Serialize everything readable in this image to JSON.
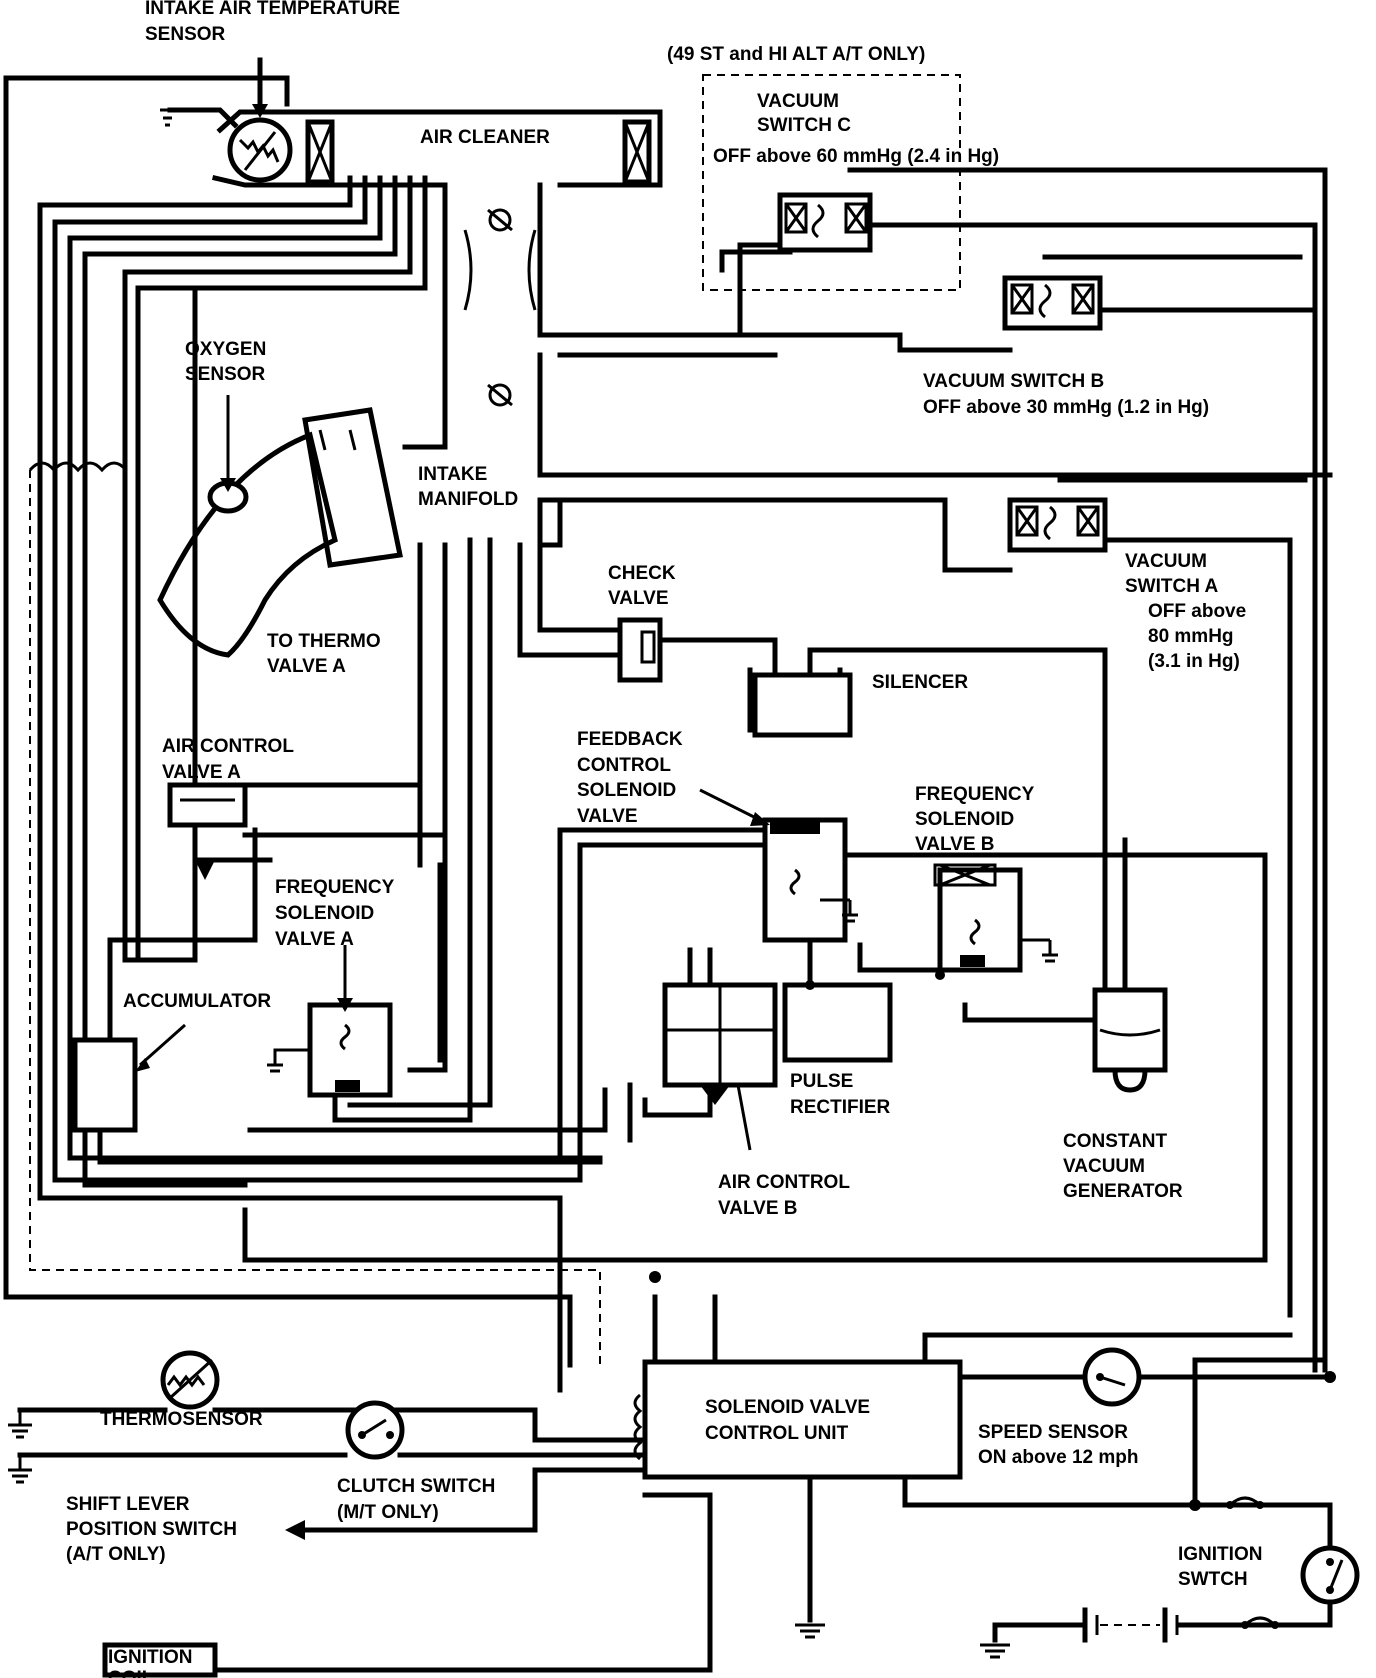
{
  "labels": {
    "intake_air_temperature_sensor": [
      "INTAKE AIR TEMPERATURE",
      "SENSOR"
    ],
    "at_only_note": "(49 ST and HI ALT A/T ONLY)",
    "vacuum_switch_c": [
      "VACUUM",
      "SWITCH C"
    ],
    "vacuum_switch_c_spec": "OFF above 60 mmHg (2.4 in Hg)",
    "air_cleaner": "AIR CLEANER",
    "oxygen_sensor": [
      "OXYGEN",
      "SENSOR"
    ],
    "intake_manifold": [
      "INTAKE",
      "MANIFOLD"
    ],
    "vacuum_switch_b": "VACUUM SWITCH B",
    "vacuum_switch_b_spec": "OFF above 30 mmHg (1.2 in Hg)",
    "check_valve": [
      "CHECK",
      "VALVE"
    ],
    "vacuum_switch_a": [
      "VACUUM",
      "SWITCH A",
      "OFF above",
      "80 mmHg",
      "(3.1 in Hg)"
    ],
    "to_thermo_valve_a": [
      "TO THERMO",
      "VALVE A"
    ],
    "silencer": "SILENCER",
    "air_control_valve_a": [
      "AIR CONTROL",
      "VALVE A"
    ],
    "feedback_control_solenoid_valve": [
      "FEEDBACK",
      "CONTROL",
      "SOLENOID",
      "VALVE"
    ],
    "frequency_solenoid_valve_b": [
      "FREQUENCY",
      "SOLENOID",
      "VALVE B"
    ],
    "frequency_solenoid_valve_a": [
      "FREQUENCY",
      "SOLENOID",
      "VALVE A"
    ],
    "accumulator": "ACCUMULATOR",
    "pulse_rectifier": [
      "PULSE",
      "RECTIFIER"
    ],
    "constant_vacuum_generator": [
      "CONSTANT",
      "VACUUM",
      "GENERATOR"
    ],
    "air_control_valve_b": [
      "AIR CONTROL",
      "VALVE B"
    ],
    "thermosensor": "THERMOSENSOR",
    "solenoid_valve_control_unit": [
      "SOLENOID VALVE",
      "CONTROL UNIT"
    ],
    "speed_sensor": [
      "SPEED SENSOR",
      "ON above 12 mph"
    ],
    "clutch_switch": [
      "CLUTCH SWITCH",
      "(M/T ONLY)"
    ],
    "shift_lever_position_switch": [
      "SHIFT LEVER",
      "POSITION SWITCH",
      "(A/T ONLY)"
    ],
    "ignition_switch": [
      "IGNITION",
      "SWTCH"
    ],
    "ignition_coil": [
      "IGNITION",
      "COIL"
    ]
  }
}
